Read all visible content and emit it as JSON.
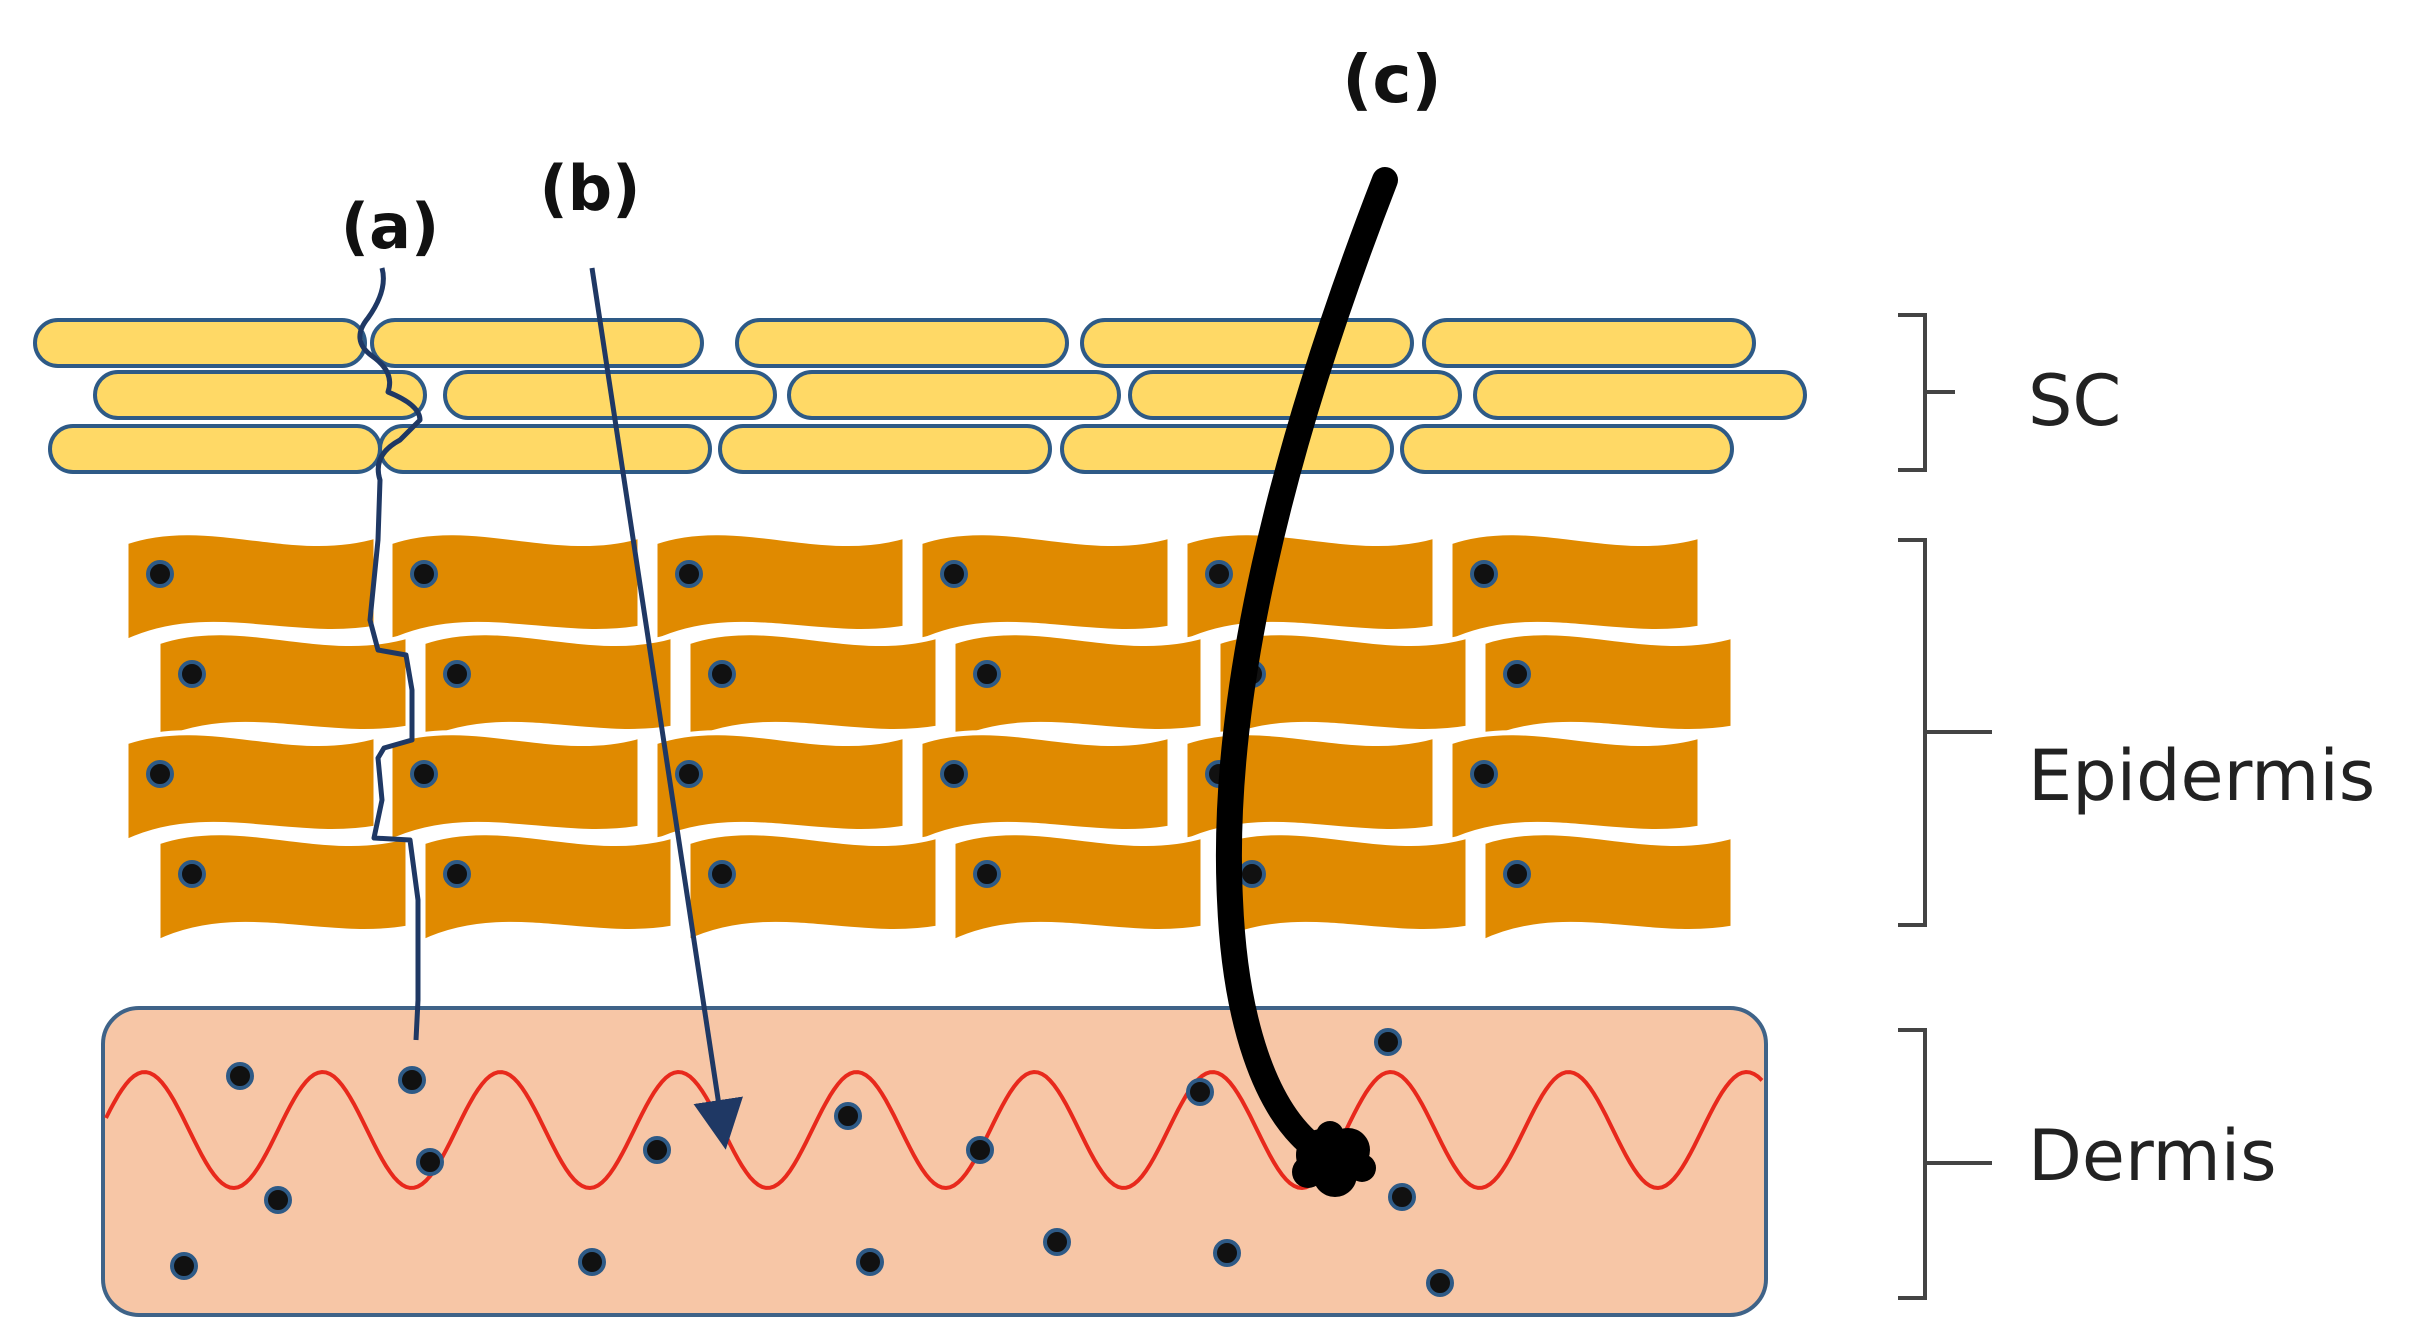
{
  "labels": {
    "route_a": "(a)",
    "route_b": "(b)",
    "route_c": "(c)",
    "layer_sc": "SC",
    "layer_epidermis": "Epidermis",
    "layer_dermis": "Dermis"
  },
  "colors": {
    "corneocyte_fill": "#FFD966",
    "corneocyte_stroke": "#2E5A86",
    "keratinocyte_fill": "#E08A00",
    "keratinocyte_outline": "#FFFFFF",
    "dermis_fill": "#F7C6A6",
    "dermis_stroke": "#3F6388",
    "capillary": "#E8291C",
    "route_line": "#1F3864",
    "hair": "#000000",
    "nucleus": "#111111",
    "nucleus_ring": "#2E5A86",
    "bracket": "#444444"
  },
  "icons": {
    "route_arrow": "arrowhead-down",
    "nucleus": "filled-dot"
  }
}
